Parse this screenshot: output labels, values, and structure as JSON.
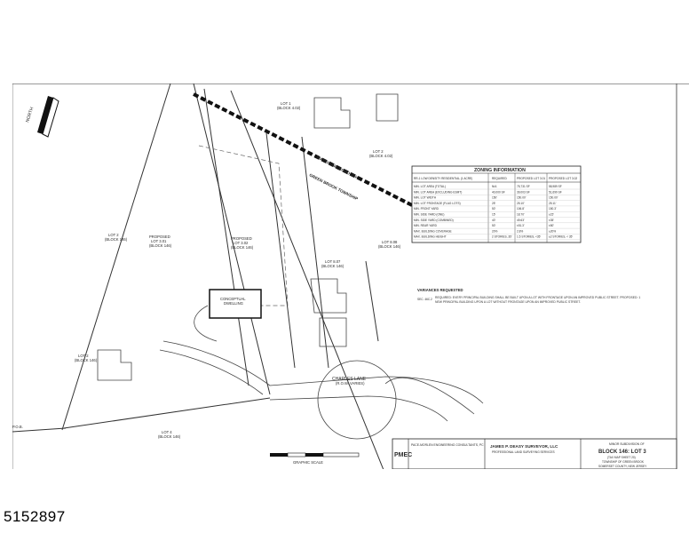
{
  "plat": {
    "north_label": "NORTH",
    "lots": {
      "lot1": "LOT 1",
      "lot1_block": "(BLOCK 4.02)",
      "lot2_top": "LOT 2",
      "lot2_top_block": "(BLOCK 4.02)",
      "lot2_left": "LOT 2",
      "lot2_left_block": "(BLOCK 146)",
      "lot2_lower": "LOT 2",
      "lot2_lower_block": "(BLOCK 146)",
      "lot4": "LOT 4",
      "lot4_block": "(BLOCK 146)",
      "lot807": "LOT 8.07",
      "lot807_block": "(BLOCK 146)",
      "lot808": "LOT 8.08",
      "lot808_block": "(BLOCK 146)"
    },
    "proposed_301": [
      "PROPOSED",
      "LOT 3.01",
      "(BLOCK 146)"
    ],
    "proposed_302": [
      "PROPOSED",
      "LOT 3.02",
      "(BLOCK 146)"
    ],
    "conceptual_dwelling": [
      "CONCEPTUAL",
      "DWELLING"
    ],
    "boundary": [
      "WATCHUNG BOROUGH",
      "GREEN BROOK TOWNSHIP"
    ],
    "road": [
      "CHARLES LANE",
      "(R.O.W. VARIES)"
    ],
    "pob": "P.O.B.",
    "graphic_scale": "GRAPHIC SCALE"
  },
  "zoning": {
    "title": "ZONING INFORMATION",
    "headers": [
      "RR-1 LOW DENSITY RESIDENTIAL (1 ACRE)",
      "REQUIRED",
      "PROPOSED LOT 3.01",
      "PROPOSED LOT 3.02"
    ],
    "rows": [
      [
        "MIN. LOT AREA (TOTAL)",
        "N/A",
        "75,731 SF",
        "58,989 SF"
      ],
      [
        "MIN. LOT AREA (EXCLUDING ESMT)",
        "40,000 SF",
        "39,003 SF",
        "51,699 SF"
      ],
      [
        "MIN. LOT WIDTH",
        "150'",
        "150.00'",
        "150.00'"
      ],
      [
        "MIN. LOT FRONTAGE (FLAG LOTS)",
        "25'",
        "25.10'",
        "25.11'"
      ],
      [
        "MIN. FRONT YARD",
        "50'",
        "106.8'",
        "150.3'"
      ],
      [
        "MIN. SIDE YARD (ONE)",
        "15'",
        "18.70'",
        "±15'"
      ],
      [
        "MIN. SIDE YARD (COMBINED)",
        "40'",
        "49.63'",
        "±35'"
      ],
      [
        "MIN. REAR YARD",
        "50'",
        "±51.3'",
        "±50'"
      ],
      [
        "MAX. BUILDING COVERAGE",
        "20%",
        "2.8%",
        "±20%"
      ],
      [
        "MAX. BUILDING HEIGHT",
        "2 STORIES, 35'",
        "1.5 STORIES, <35'",
        "±2 STORIES, < 35'"
      ]
    ]
  },
  "variances": {
    "title": "VARIANCES REQUESTED",
    "code": "SEC. 46C.2",
    "text": "REQUIRED: EVERY PRINCIPAL BUILDING SHALL BE BUILT UPON A LOT WITH FRONTAGE UPON AN IMPROVED PUBLIC STREET. PROPOSED: 1 NEW PRINCIPAL BUILDING UPON A LOT WITHOUT FRONTAGE UPON AN IMPROVED PUBLIC STREET."
  },
  "title_block": {
    "engineer": "PMEC",
    "engineer_name": "PACE-MORLEN ENGINEERING CONSULTANTS, PC",
    "surveyor": "JAMES P. DEASY SURVEYOR, LLC",
    "surveyor_sub": "PROFESSIONAL LAND SURVEYING SERVICES",
    "minor_subdivision": "MINOR SUBDIVISION OF",
    "block_lot": "BLOCK 146: LOT 3",
    "map_ref": "(TAX MAP SHEET 20)",
    "township": "TOWNSHIP OF GREEN BROOK",
    "county": "SOMERSET COUNTY, NEW JERSEY"
  },
  "listing_id": "5152897"
}
